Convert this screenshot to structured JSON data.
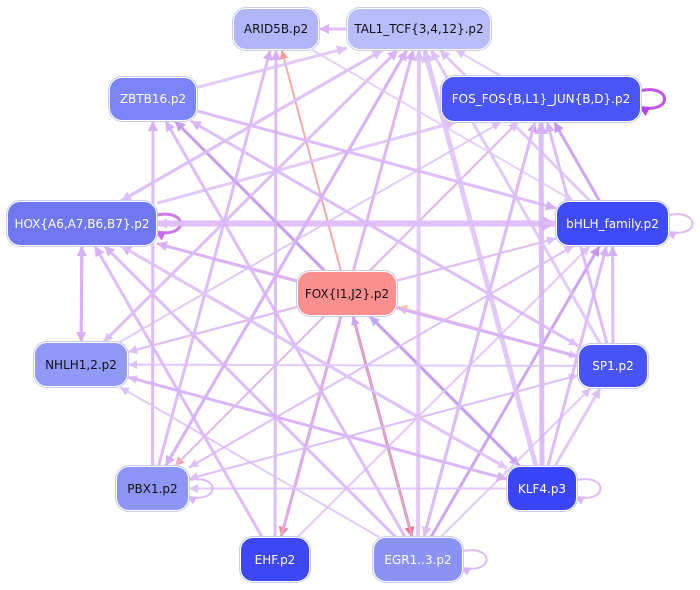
{
  "nodes": [
    {
      "id": "arid5b",
      "label": "ARID5B.p2",
      "color": "#b0b5f8"
    },
    {
      "id": "tal1",
      "label": "TAL1_TCF{3,4,12}.p2",
      "color": "#b8bcf8"
    },
    {
      "id": "zbtb16",
      "label": "ZBTB16.p2",
      "color": "#7b84f8"
    },
    {
      "id": "fos",
      "label": "FOS_FOS{B,L1}_JUN{B,D}.p2",
      "color": "#4a55f8"
    },
    {
      "id": "hox",
      "label": "HOX{A6,A7,B6,B7}.p2",
      "color": "#6f78f0"
    },
    {
      "id": "bhlh",
      "label": "bHLH_family.p2",
      "color": "#3f4bf8"
    },
    {
      "id": "fox",
      "label": "FOX{I1,J2}.p2",
      "color": "#fb8f8f"
    },
    {
      "id": "nhlh",
      "label": "NHLH1,2.p2",
      "color": "#9099f6"
    },
    {
      "id": "sp1",
      "label": "SP1.p2",
      "color": "#4954f8"
    },
    {
      "id": "pbx1",
      "label": "PBX1.p2",
      "color": "#8d96f6"
    },
    {
      "id": "klf4",
      "label": "KLF4.p3",
      "color": "#3a45f8"
    },
    {
      "id": "ehf",
      "label": "EHF.p2",
      "color": "#3d48f4"
    },
    {
      "id": "egr",
      "label": "EGR1..3.p2",
      "color": "#8a92f4"
    }
  ],
  "edges": [
    {
      "from": "tal1",
      "to": "arid5b",
      "color": "#dcb3f8",
      "width": 3
    },
    {
      "from": "fos",
      "to": "tal1",
      "color": "#dcc0f8",
      "width": 2
    },
    {
      "from": "fos",
      "to": "fos",
      "color": "#c040e8",
      "width": 3
    },
    {
      "from": "bhlh",
      "to": "bhlh",
      "color": "#dcb3f8",
      "width": 2
    },
    {
      "from": "hox",
      "to": "hox",
      "color": "#c96ae8",
      "width": 3
    },
    {
      "from": "pbx1",
      "to": "pbx1",
      "color": "#dcb3f8",
      "width": 2
    },
    {
      "from": "klf4",
      "to": "klf4",
      "color": "#dcb3f8",
      "width": 2
    },
    {
      "from": "egr",
      "to": "egr",
      "color": "#dcb3f8",
      "width": 2
    },
    {
      "from": "fox",
      "to": "arid5b",
      "color": "#f79a9a",
      "width": 2
    },
    {
      "from": "fox",
      "to": "zbtb16",
      "color": "#f7a7a7",
      "width": 2
    },
    {
      "from": "fox",
      "to": "fos",
      "color": "#f79090",
      "width": 2
    },
    {
      "from": "fox",
      "to": "bhlh",
      "color": "#f8c0c0",
      "width": 2
    },
    {
      "from": "fox",
      "to": "hox",
      "color": "#f6a0a0",
      "width": 2
    },
    {
      "from": "fox",
      "to": "nhlh",
      "color": "#f7a7a7",
      "width": 2
    },
    {
      "from": "fox",
      "to": "pbx1",
      "color": "#f79a9a",
      "width": 2
    },
    {
      "from": "fox",
      "to": "ehf",
      "color": "#f48888",
      "width": 3
    },
    {
      "from": "fox",
      "to": "egr",
      "color": "#f07777",
      "width": 3
    },
    {
      "from": "fox",
      "to": "klf4",
      "color": "#f7a0a0",
      "width": 2
    },
    {
      "from": "fox",
      "to": "tal1",
      "color": "#f8c4c4",
      "width": 2
    },
    {
      "from": "sp1",
      "to": "fox",
      "color": "#f8c0b0",
      "width": 3
    },
    {
      "from": "klf4",
      "to": "fox",
      "color": "#b0c0f0",
      "width": 3
    },
    {
      "from": "hox",
      "to": "bhlh",
      "color": "#dcb3f8",
      "width": 6
    },
    {
      "from": "bhlh",
      "to": "hox",
      "color": "#e1c0f8",
      "width": 3
    },
    {
      "from": "hox",
      "to": "nhlh",
      "color": "#d7b0f8",
      "width": 3
    },
    {
      "from": "nhlh",
      "to": "hox",
      "color": "#d7b0f8",
      "width": 3
    },
    {
      "from": "hox",
      "to": "tal1",
      "color": "#dcc0f8",
      "width": 3
    },
    {
      "from": "hox",
      "to": "fos",
      "color": "#dcc0f8",
      "width": 3
    },
    {
      "from": "hox",
      "to": "sp1",
      "color": "#e0c0f8",
      "width": 2
    },
    {
      "from": "zbtb16",
      "to": "bhlh",
      "color": "#d7b0f8",
      "width": 3
    },
    {
      "from": "zbtb16",
      "to": "klf4",
      "color": "#d7b0f8",
      "width": 3
    },
    {
      "from": "klf4",
      "to": "zbtb16",
      "color": "#c39cf0",
      "width": 3
    },
    {
      "from": "pbx1",
      "to": "zbtb16",
      "color": "#d7b0f8",
      "width": 3
    },
    {
      "from": "pbx1",
      "to": "arid5b",
      "color": "#d7b0f8",
      "width": 3
    },
    {
      "from": "pbx1",
      "to": "tal1",
      "color": "#d7b0f8",
      "width": 3
    },
    {
      "from": "pbx1",
      "to": "fos",
      "color": "#dcc0f8",
      "width": 2
    },
    {
      "from": "pbx1",
      "to": "bhlh",
      "color": "#dcc0f8",
      "width": 2
    },
    {
      "from": "pbx1",
      "to": "sp1",
      "color": "#e0c0f8",
      "width": 2
    },
    {
      "from": "ehf",
      "to": "hox",
      "color": "#d7b0f8",
      "width": 3
    },
    {
      "from": "ehf",
      "to": "tal1",
      "color": "#d7b0f8",
      "width": 3
    },
    {
      "from": "ehf",
      "to": "bhlh",
      "color": "#dcc0f8",
      "width": 2
    },
    {
      "from": "ehf",
      "to": "arid5b",
      "color": "#d7b0f8",
      "width": 3
    },
    {
      "from": "egr",
      "to": "tal1",
      "color": "#dcc0f8",
      "width": 4
    },
    {
      "from": "egr",
      "to": "fos",
      "color": "#c99cf0",
      "width": 3
    },
    {
      "from": "egr",
      "to": "bhlh",
      "color": "#c496f0",
      "width": 3
    },
    {
      "from": "egr",
      "to": "hox",
      "color": "#d7b0f8",
      "width": 3
    },
    {
      "from": "egr",
      "to": "nhlh",
      "color": "#dcc0f8",
      "width": 2
    },
    {
      "from": "egr",
      "to": "zbtb16",
      "color": "#d7b0f8",
      "width": 3
    },
    {
      "from": "egr",
      "to": "sp1",
      "color": "#dcc0f8",
      "width": 2
    },
    {
      "from": "egr",
      "to": "fox",
      "color": "#d0a8f0",
      "width": 2
    },
    {
      "from": "klf4",
      "to": "tal1",
      "color": "#dcc0f8",
      "width": 5
    },
    {
      "from": "klf4",
      "to": "fos",
      "color": "#d7b0f8",
      "width": 5
    },
    {
      "from": "klf4",
      "to": "bhlh",
      "color": "#d7b0f8",
      "width": 3
    },
    {
      "from": "klf4",
      "to": "hox",
      "color": "#d7b0f8",
      "width": 3
    },
    {
      "from": "klf4",
      "to": "nhlh",
      "color": "#dcc0f8",
      "width": 2
    },
    {
      "from": "klf4",
      "to": "pbx1",
      "color": "#dcc0f8",
      "width": 2
    },
    {
      "from": "klf4",
      "to": "sp1",
      "color": "#dcc0f8",
      "width": 3
    },
    {
      "from": "sp1",
      "to": "tal1",
      "color": "#dcc0f8",
      "width": 3
    },
    {
      "from": "sp1",
      "to": "bhlh",
      "color": "#d7b0f8",
      "width": 3
    },
    {
      "from": "sp1",
      "to": "nhlh",
      "color": "#dcc0f8",
      "width": 2
    },
    {
      "from": "sp1",
      "to": "hox",
      "color": "#d7b0f8",
      "width": 3
    },
    {
      "from": "sp1",
      "to": "zbtb16",
      "color": "#d7b0f8",
      "width": 3
    },
    {
      "from": "sp1",
      "to": "pbx1",
      "color": "#dcc0f8",
      "width": 2
    },
    {
      "from": "sp1",
      "to": "fos",
      "color": "#d7b0f8",
      "width": 3
    },
    {
      "from": "bhlh",
      "to": "fos",
      "color": "#c896f0",
      "width": 3
    },
    {
      "from": "bhlh",
      "to": "tal1",
      "color": "#dcc0f8",
      "width": 3
    },
    {
      "from": "bhlh",
      "to": "nhlh",
      "color": "#dcc0f8",
      "width": 2
    },
    {
      "from": "bhlh",
      "to": "pbx1",
      "color": "#dcc0f8",
      "width": 2
    },
    {
      "from": "nhlh",
      "to": "tal1",
      "color": "#d7b0f8",
      "width": 3
    },
    {
      "from": "nhlh",
      "to": "fos",
      "color": "#dcc0f8",
      "width": 2
    },
    {
      "from": "nhlh",
      "to": "bhlh",
      "color": "#dcc0f8",
      "width": 2
    },
    {
      "from": "nhlh",
      "to": "klf4",
      "color": "#d7b0f8",
      "width": 3
    },
    {
      "from": "zbtb16",
      "to": "tal1",
      "color": "#dcc0f8",
      "width": 3
    },
    {
      "from": "zbtb16",
      "to": "sp1",
      "color": "#dcc0f8",
      "width": 2
    },
    {
      "from": "tal1",
      "to": "nhlh",
      "color": "#dcc0f8",
      "width": 2
    },
    {
      "from": "tal1",
      "to": "hox",
      "color": "#dcc0f8",
      "width": 3
    },
    {
      "from": "tal1",
      "to": "pbx1",
      "color": "#d7b0f8",
      "width": 3
    },
    {
      "from": "arid5b",
      "to": "bhlh",
      "color": "#e0c8f8",
      "width": 2
    },
    {
      "from": "hox",
      "to": "klf4",
      "color": "#e0c8f8",
      "width": 2
    },
    {
      "from": "fos",
      "to": "egr",
      "color": "#dcc0f8",
      "width": 3
    }
  ]
}
